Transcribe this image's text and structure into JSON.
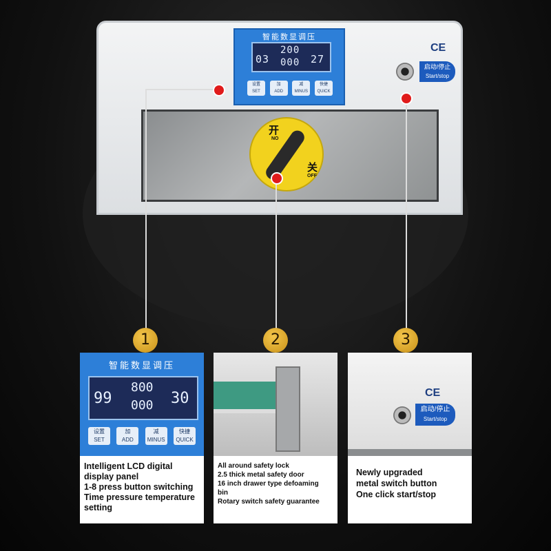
{
  "machine": {
    "panel_title": "智能数显调压",
    "lcd": {
      "left": "03",
      "mid_top": "200",
      "mid_bottom": "000",
      "right": "27"
    },
    "buttons": [
      {
        "zh": "设置",
        "en": "SET"
      },
      {
        "zh": "加",
        "en": "ADD"
      },
      {
        "zh": "减",
        "en": "MINUS"
      },
      {
        "zh": "快捷",
        "en": "QUICK"
      }
    ],
    "ce": "CE",
    "switch_zh": "启动/停止",
    "switch_en": "Start/stop",
    "knob_on_zh": "开",
    "knob_on_en": "NO",
    "knob_off_zh": "关",
    "knob_off_en": "OFF"
  },
  "callouts": [
    "1",
    "2",
    "3"
  ],
  "cards": [
    {
      "panel_title": "智能数显调压",
      "lcd": {
        "left": "99",
        "mid_top": "800",
        "mid_bottom": "000",
        "right": "30"
      },
      "lines": [
        "Intelligent LCD digital",
        "display panel",
        "1-8 press button switching",
        "Time pressure temperature",
        "setting"
      ]
    },
    {
      "lines": [
        "All around safety lock",
        "2.5 thick metal safety door",
        "16 inch drawer type defoaming",
        "bin",
        "Rotary switch safety guarantee"
      ]
    },
    {
      "ce": "CE",
      "switch_zh": "启动/停止",
      "switch_en": "Start/stop",
      "lines": [
        "Newly upgraded",
        "metal switch button",
        "One click start/stop"
      ]
    }
  ]
}
